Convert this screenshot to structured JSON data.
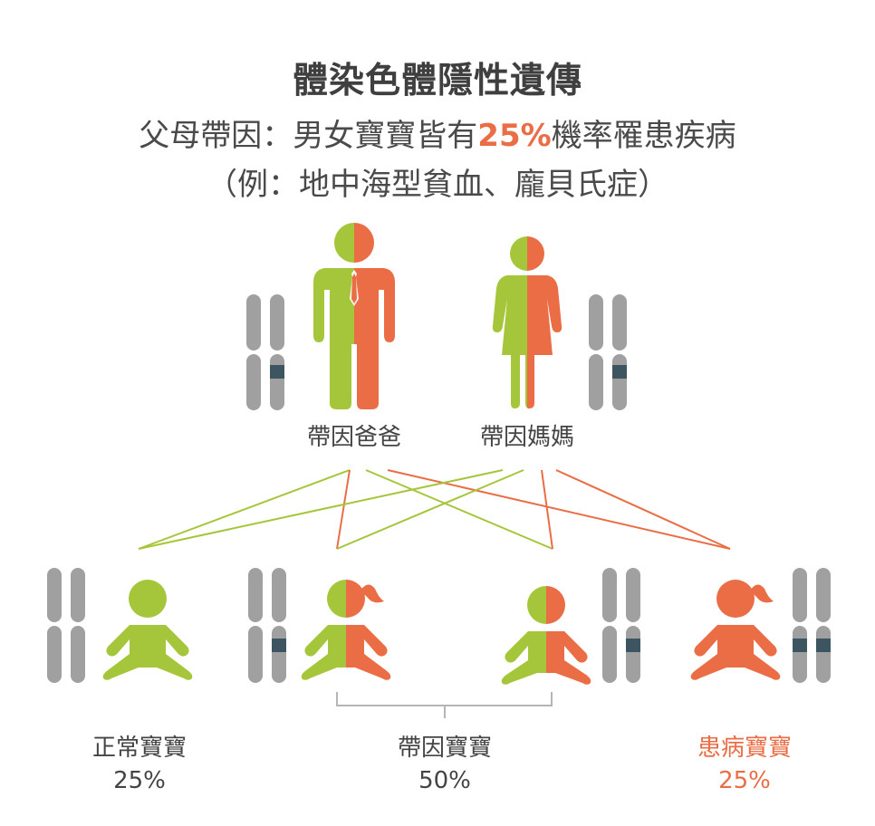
{
  "title": "體染色體隱性遺傳",
  "subtitle_parts": {
    "before": "父母帶因：男女寶寶皆有",
    "highlight": "25%",
    "after": "機率罹患疾病"
  },
  "example": "（例：地中海型貧血、龐貝氏症）",
  "parents": {
    "father_label": "帶因爸爸",
    "mother_label": "帶因媽媽"
  },
  "children": {
    "normal_label": "正常寶寶",
    "normal_pct": "25%",
    "carrier_label": "帶因寶寶",
    "carrier_pct": "50%",
    "affected_label": "患病寶寶",
    "affected_pct": "25%"
  },
  "colors": {
    "normal": "#a5c63b",
    "affected": "#ea6d45",
    "chromosome": "#a0a0a0",
    "band": "#3d5560",
    "text": "#444444"
  },
  "icons": [
    "father-figure-icon",
    "mother-figure-icon",
    "baby-boy-icon",
    "baby-girl-icon",
    "chromosome-icon"
  ]
}
